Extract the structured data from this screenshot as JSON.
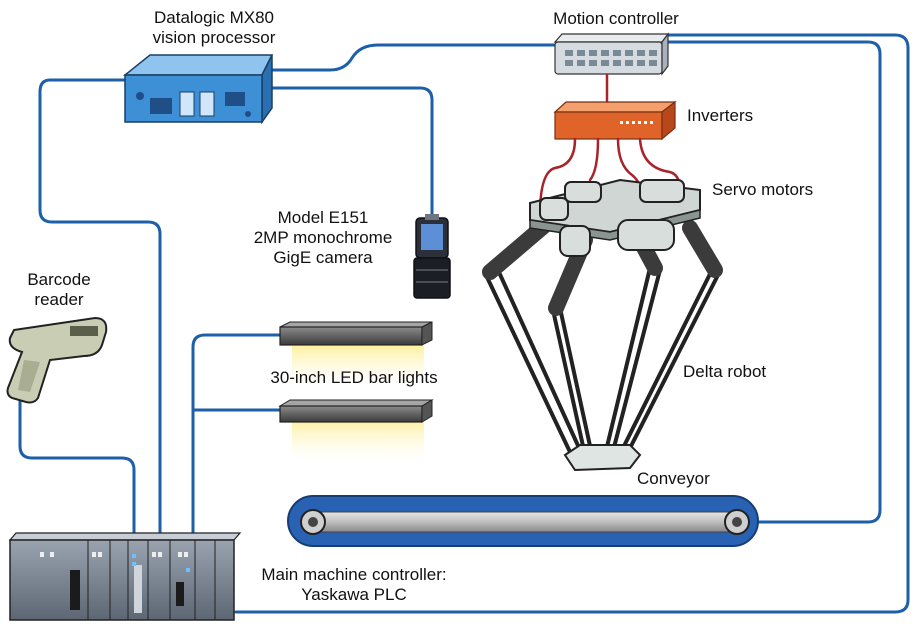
{
  "labels": {
    "vision_processor": [
      "Datalogic MX80",
      "vision processor"
    ],
    "motion_controller": "Motion controller",
    "inverters": "Inverters",
    "servo_motors": "Servo motors",
    "camera": [
      "Model E151",
      "2MP monochrome",
      "GigE camera"
    ],
    "barcode_reader": [
      "Barcode",
      "reader"
    ],
    "led_bar_lights": "30-inch LED bar lights",
    "delta_robot": "Delta robot",
    "conveyor": "Conveyor",
    "plc": [
      "Main machine controller:",
      "Yaskawa PLC"
    ]
  },
  "colors": {
    "cable": "#1d5fa8",
    "power_cable": "#a8232a",
    "vision_box": "#3d8fd6",
    "inverter_box": "#e0642a",
    "conveyor_belt": "#2a62b3",
    "led_glow": "#fff2b0"
  }
}
